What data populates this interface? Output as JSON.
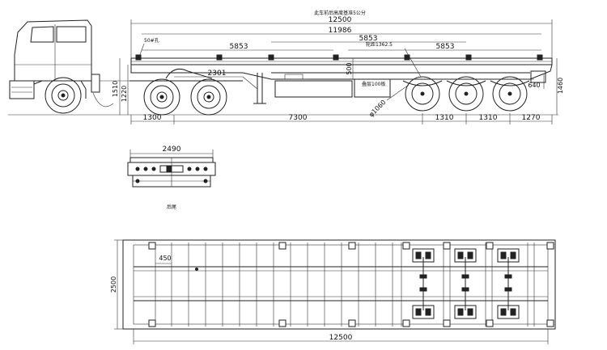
{
  "side_view": {
    "top_note": "此车前后高度基准5公分",
    "overall_length": "12500",
    "deck_length": "11986",
    "section_a": "5853",
    "section_b": "5853",
    "section_c": "5853",
    "kingpin_label": "50#孔",
    "axle_note": "轮距1362.5",
    "mid_note": "叠层100板",
    "kingpin_height": "2301",
    "front_overhang": "1300",
    "wheelbase": "7300",
    "axle_spacing_1": "1310",
    "axle_spacing_2": "1310",
    "rear_overhang": "1270",
    "front_height": "1510",
    "deck_height": "1220",
    "leg_height": "500",
    "rear_height": "1460",
    "rear_end": "640",
    "wheel_diameter": "φ1060"
  },
  "rear_view": {
    "width": "2490",
    "caption": "后尾"
  },
  "top_view": {
    "width": "2500",
    "crossmember_spacing": "450",
    "length": "12500"
  }
}
